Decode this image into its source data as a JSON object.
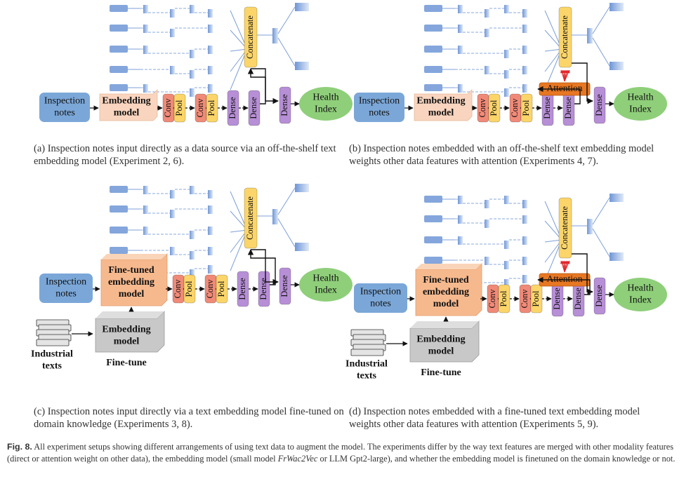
{
  "labels": {
    "inspection_notes": [
      "Inspection",
      "notes"
    ],
    "embedding_model": [
      "Embedding",
      "model"
    ],
    "fine_tuned_model": [
      "Fine-tuned",
      "embedding",
      "model"
    ],
    "conv": "Conv",
    "pool": "Pool",
    "dense": "Dense",
    "concatenate": "Concatenate",
    "attention": "Attention",
    "health_index": [
      "Health",
      "Index"
    ],
    "industrial_texts": [
      "Industrial",
      "texts"
    ],
    "fine_tune": "Fine-tune"
  },
  "panels": [
    {
      "id": "a",
      "mode": "direct",
      "fine_tuned": false
    },
    {
      "id": "b",
      "mode": "attention",
      "fine_tuned": false
    },
    {
      "id": "c",
      "mode": "direct",
      "fine_tuned": true
    },
    {
      "id": "d",
      "mode": "attention",
      "fine_tuned": true
    }
  ],
  "captions": {
    "a": "(a) Inspection notes input directly as a data source via an off-the-shelf text embedding model (Experiment 2, 6).",
    "b": "(b) Inspection notes embedded with an off-the-shelf text embedding model weights other data features with attention (Experiments 4, 7).",
    "c": "(c) Inspection notes input directly via a text embedding model fine-tuned on domain knowledge (Experiments 3, 8).",
    "d": "(d) Inspection notes embedded with a fine-tuned text embedding model weights other data features with attention (Experiments 5, 9)."
  },
  "figure_caption": {
    "label": "Fig. 8.",
    "text_1": " All experiment setups showing different arrangements of using text data to augment the model. The experiments differ by the way text features are merged with other modality features (direct or attention weight on other data), the embedding model (small model ",
    "italic": "FrWac2Vec",
    "text_2": " or LLM Gpt2-large), and whether the embedding model is finetuned on the domain knowledge or not."
  },
  "colors": {
    "input_blue": "#7ba7d8",
    "embed_peach": "#f9d5bf",
    "conv_red": "#f08a78",
    "pool_yellow": "#fbd56a",
    "dense_purple": "#b78fd6",
    "concat_yellow": "#fbd56a",
    "attention_orange": "#e87722",
    "health_green": "#8fcf7a",
    "branch_blue": "#6f96d6",
    "grey_model": "#c8c8c8"
  }
}
